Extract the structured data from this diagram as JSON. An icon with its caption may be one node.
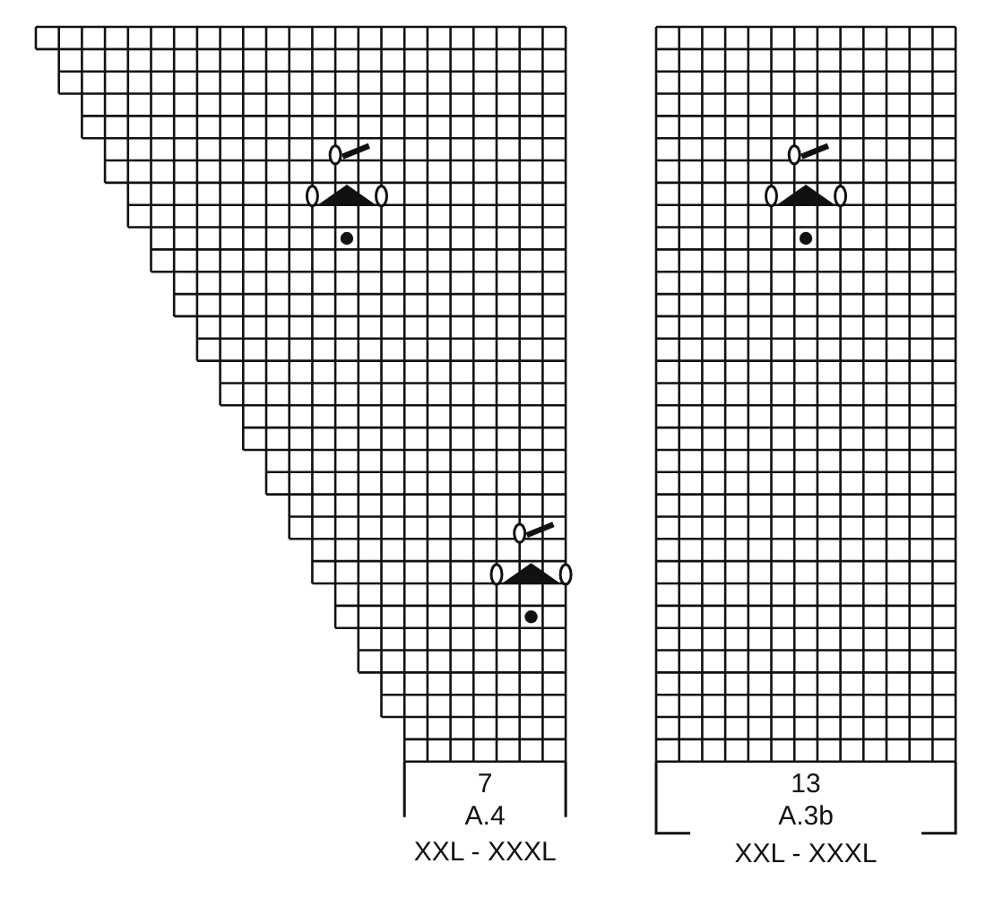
{
  "diagram": {
    "labels": [
      "7",
      "A.4",
      "XXL - XXXL",
      "13",
      "A.3b",
      "XXL - XXXL"
    ]
  }
}
